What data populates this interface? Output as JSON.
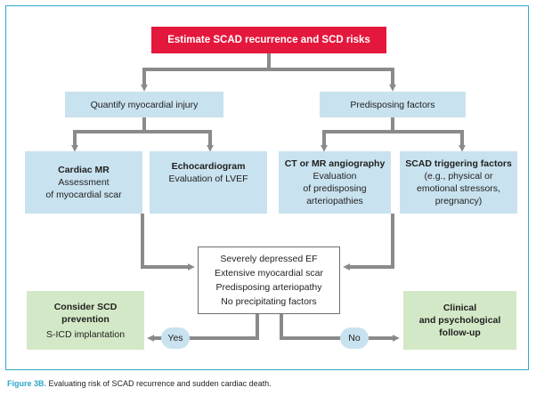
{
  "colors": {
    "frame": "#2fa8c7",
    "red": "#e4173c",
    "blue": "#c9e2ef",
    "green": "#d3e8c6",
    "arrow": "#8a8a8a"
  },
  "top": {
    "title": "Estimate SCAD recurrence and SCD risks"
  },
  "level2": {
    "left": "Quantify myocardial injury",
    "right": "Predisposing factors"
  },
  "level3": [
    {
      "title": "Cardiac MR",
      "lines": [
        "Assessment",
        "of myocardial scar"
      ]
    },
    {
      "title": "Echocardiogram",
      "lines": [
        "Evaluation of LVEF"
      ]
    },
    {
      "title": "CT or MR angiography",
      "lines": [
        "Evaluation",
        "of predisposing",
        "arteriopathies"
      ]
    },
    {
      "title": "SCAD triggering factors",
      "lines": [
        "(e.g., physical or",
        "emotional stressors,",
        "pregnancy)"
      ]
    }
  ],
  "center": {
    "lines": [
      "Severely depressed EF",
      "Extensive myocardial scar",
      "Predisposing arteriopathy",
      "No precipitating factors"
    ]
  },
  "outcomes": {
    "left": {
      "title_lines": [
        "Consider SCD",
        "prevention"
      ],
      "sub": "S-ICD implantation"
    },
    "right": {
      "title_lines": [
        "Clinical",
        "and psychological",
        "follow-up"
      ]
    }
  },
  "labels": {
    "yes": "Yes",
    "no": "No"
  },
  "caption": {
    "figure": "Figure 3B.",
    "text": " Evaluating risk of SCAD recurrence and sudden cardiac death."
  }
}
